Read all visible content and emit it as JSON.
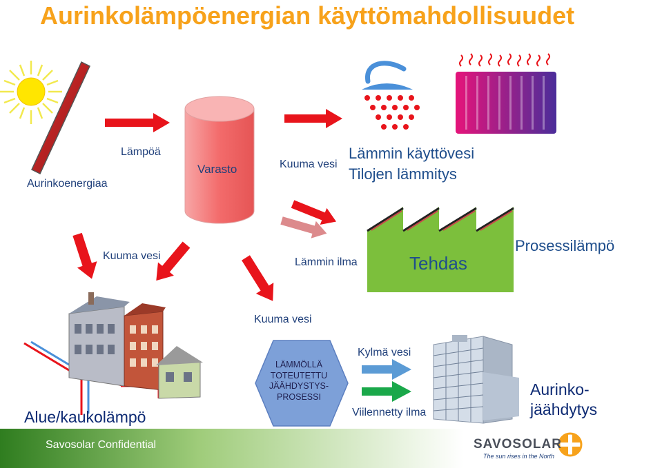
{
  "title": "Aurinkolämpöenergian käyttömahdollisuudet",
  "labels": {
    "aurinkoenergiaa": "Aurinkoenergiaa",
    "lampoa": "Lämpöä",
    "varasto": "Varasto",
    "kuuma_vesi_top": "Kuuma vesi",
    "lammin_kayttovesi": "Lämmin käyttövesi",
    "tilojen_lammitys": "Tilojen lämmitys",
    "kuuma_vesi_left": "Kuuma vesi",
    "lammin_ilma": "Lämmin ilma",
    "tehdas": "Tehdas",
    "prosessilampo": "Prosessilämpö",
    "kuuma_vesi_mid": "Kuuma vesi",
    "alue_kaukolampo": "Alue/kaukolämpö",
    "hex_line1": "LÄMMÖLLÄ",
    "hex_line2": "TOTEUTETTU",
    "hex_line3": "JÄÄHDYSTYS-",
    "hex_line4": "PROSESSI",
    "kylma_vesi": "Kylmä vesi",
    "viilennetty_ilma": "Viilennetty ilma",
    "aurinko_line1": "Aurinko-",
    "aurinko_line2": "jäähdytys"
  },
  "footer": {
    "confidential": "Savosolar Confidential",
    "logo_text": "SAVOSOLAR",
    "tagline": "The sun rises in the North"
  },
  "colors": {
    "title": "#f7a21b",
    "arrow_red": "#e8141b",
    "arrow_pink": "#dc8a8c",
    "arrow_blue": "#5b9bd5",
    "arrow_green": "#1aa84a",
    "factory": "#7cbf3c",
    "tank": "#f36b6b",
    "hexagon": "#7da0d8",
    "footer": "#3d8a2a"
  }
}
